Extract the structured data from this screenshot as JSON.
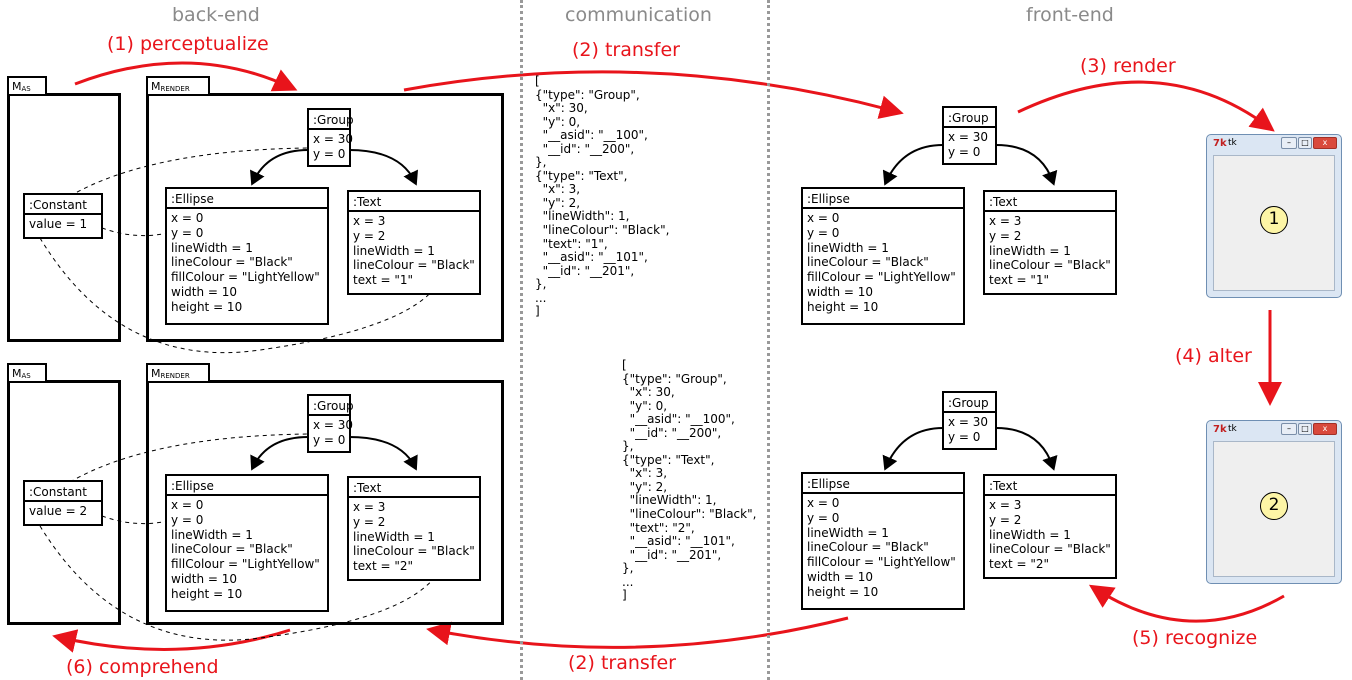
{
  "columns": {
    "backend": "back-end",
    "communication": "communication",
    "frontend": "front-end"
  },
  "steps": {
    "perceptualize": "(1) perceptualize",
    "transfer": "(2) transfer",
    "render": "(3) render",
    "alter": "(4) alter",
    "recognize": "(5) recognize",
    "comprehend": "(6) comprehend"
  },
  "model_as": {
    "label": "M",
    "sub": "AS"
  },
  "model_render": {
    "label": "M",
    "sub": "RENDER"
  },
  "top": {
    "constant": {
      "title": ":Constant",
      "attrs": [
        "value = 1"
      ]
    },
    "group": {
      "title": ":Group",
      "attrs": [
        "x = 30",
        "y = 0"
      ]
    },
    "ellipse": {
      "title": ":Ellipse",
      "attrs": [
        "x = 0",
        "y = 0",
        "lineWidth = 1",
        "lineColour = \"Black\"",
        "fillColour = \"LightYellow\"",
        "width = 10",
        "height = 10"
      ]
    },
    "text": {
      "title": ":Text",
      "attrs": [
        "x = 3",
        "y = 2",
        "lineWidth = 1",
        "lineColour = \"Black\"",
        "text = \"1\""
      ]
    },
    "json": "[\n{\"type\": \"Group\",\n  \"x\": 30,\n  \"y\": 0,\n  \"__asid\": \"__100\",\n  \"__id\": \"__200\",\n},\n{\"type\": \"Text\",\n  \"x\": 3,\n  \"y\": 2,\n  \"lineWidth\": 1,\n  \"lineColour\": \"Black\",\n  \"text\": \"1\",\n  \"__asid\": \"__101\",\n  \"__id\": \"__201\",\n},\n...\n]",
    "window": {
      "title": "tk",
      "icon": "7k",
      "badge": "1"
    }
  },
  "bottom": {
    "constant": {
      "title": ":Constant",
      "attrs": [
        "value = 2"
      ]
    },
    "group": {
      "title": ":Group",
      "attrs": [
        "x = 30",
        "y = 0"
      ]
    },
    "ellipse": {
      "title": ":Ellipse",
      "attrs": [
        "x = 0",
        "y = 0",
        "lineWidth = 1",
        "lineColour = \"Black\"",
        "fillColour = \"LightYellow\"",
        "width = 10",
        "height = 10"
      ]
    },
    "text": {
      "title": ":Text",
      "attrs": [
        "x = 3",
        "y = 2",
        "lineWidth = 1",
        "lineColour = \"Black\"",
        "text = \"2\""
      ]
    },
    "json": "[\n{\"type\": \"Group\",\n  \"x\": 30,\n  \"y\": 0,\n  \"__asid\": \"__100\",\n  \"__id\": \"__200\",\n},\n{\"type\": \"Text\",\n  \"x\": 3,\n  \"y\": 2,\n  \"lineWidth\": 1,\n  \"lineColour\": \"Black\",\n  \"text\": \"2\",\n  \"__asid\": \"__101\",\n  \"__id\": \"__201\",\n},\n...\n]",
    "window": {
      "title": "tk",
      "icon": "7k",
      "badge": "2"
    }
  },
  "colors": {
    "arrow": "#e8141b",
    "column_heading": "#8a8a8a",
    "separator": "#999999",
    "badge_fill": "#fdf5a6"
  }
}
